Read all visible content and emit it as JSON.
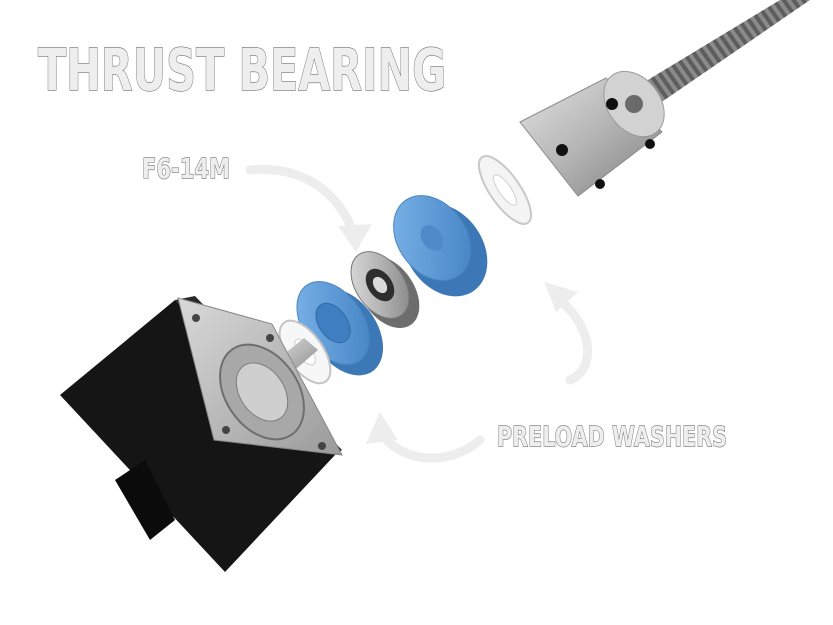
{
  "title": "THRUST BEARING",
  "labels": {
    "bearing": "F6-14M",
    "washers": "PRELOAD WASHERS"
  },
  "components": [
    {
      "name": "Stepper motor",
      "icon": "stepper-motor-icon"
    },
    {
      "name": "Preload washer",
      "icon": "washer-icon"
    },
    {
      "name": "Blue spacer",
      "icon": "spacer-icon"
    },
    {
      "name": "Thrust bearing",
      "icon": "thrust-bearing-icon"
    },
    {
      "name": "Shaft coupler",
      "icon": "coupler-icon"
    },
    {
      "name": "Lead screw",
      "icon": "lead-screw-icon"
    }
  ],
  "colors": {
    "spacer_blue": "#5b9ad8",
    "motor_black": "#151515",
    "metal_silver": "#b9b9b9",
    "label_fill": "#eeeeee",
    "label_shadow": "#6f6f6f"
  }
}
